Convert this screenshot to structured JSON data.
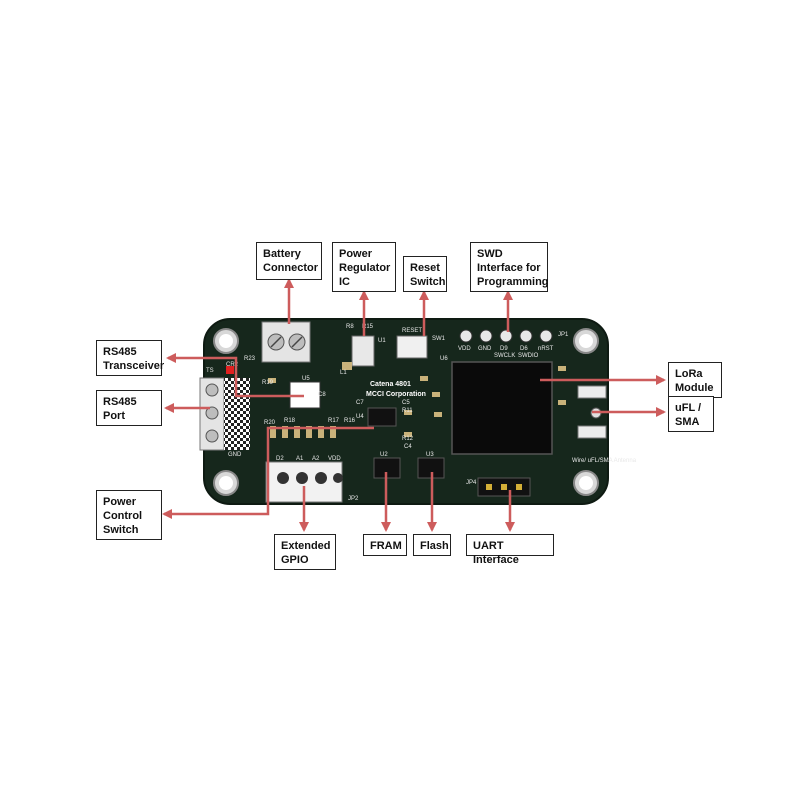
{
  "board": {
    "name_line1": "Catena 4801",
    "name_line2": "MCCI Corporation",
    "silk": {
      "reset": "RESET",
      "sw1": "SW1",
      "vdd": "VDD",
      "gnd": "GND",
      "d9": "D9",
      "d6": "D6",
      "nrst": "nRST",
      "swclk": "SWCLK",
      "swdio": "SWDIO",
      "jp1": "JP1",
      "jp2": "JP2",
      "jp4": "JP4",
      "u1": "U1",
      "u2": "U2",
      "u3": "U3",
      "u4": "U4",
      "u5": "U5",
      "u6": "U6",
      "r23": "R23",
      "r19": "R19",
      "r20": "R20",
      "r18": "R18",
      "r17": "R17",
      "r16": "R16",
      "r11": "R11",
      "r12": "R12",
      "r8": "R8",
      "r15": "R15",
      "c7": "C7",
      "c5": "C5",
      "c4": "C4",
      "c8": "C8",
      "l1": "L1",
      "ts": "TS",
      "gnd2": "GND",
      "a1": "A1",
      "a2": "A2",
      "cr2": "CR2",
      "d2": "D2",
      "vdd2": "VDD",
      "wire_sma": "Wire/ uFL/SMA Antenna"
    }
  },
  "callouts": {
    "battery_connector": "Battery\nConnector",
    "power_regulator": "Power\nRegulator\nIC",
    "reset_switch": "Reset\nSwitch",
    "swd_interface": "SWD\nInterface for\nProgramming",
    "rs485_transceiver": "RS485\nTransceiver",
    "rs485_port": "RS485\nPort",
    "lora_module": "LoRa\nModule",
    "ufl_sma": "uFL /\nSMA",
    "power_control_switch": "Power\nControl\nSwitch",
    "extended_gpio": "Extended\nGPIO",
    "fram": "FRAM",
    "flash": "Flash",
    "uart_interface": "UART Interface"
  },
  "colors": {
    "pcb": "#16271c",
    "pcb_edge": "#0e1a12",
    "arrow": "#cd5c5c",
    "copper": "#c9b27a",
    "silk": "#e8e8e8"
  }
}
